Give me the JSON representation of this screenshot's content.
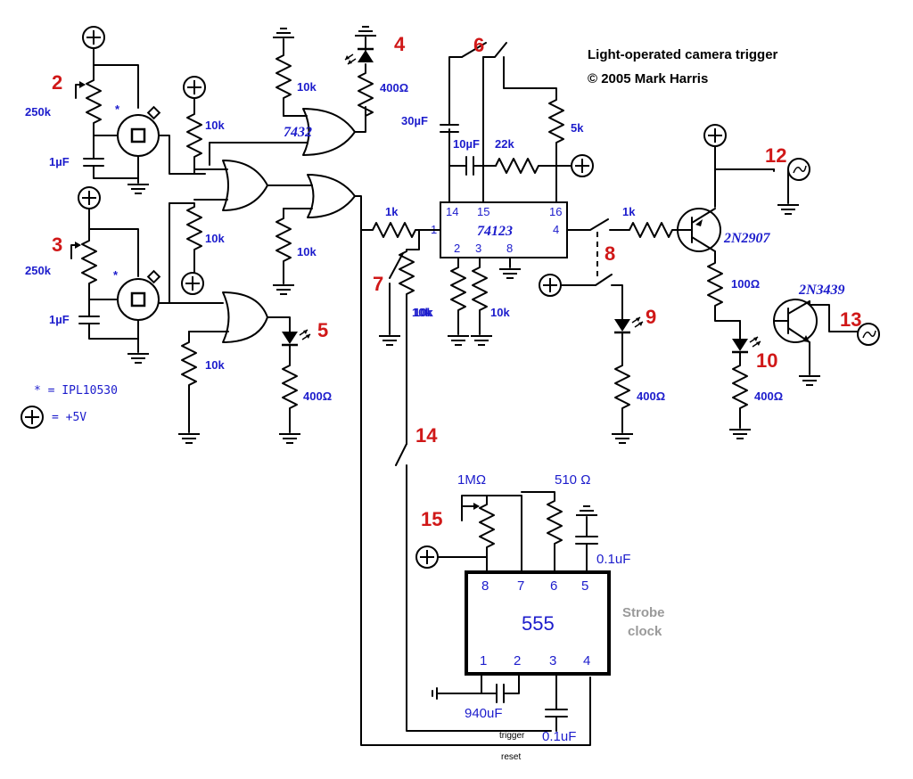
{
  "title": {
    "line1": "Light-operated camera trigger",
    "line2": "© 2005 Mark Harris"
  },
  "markers": [
    "2",
    "3",
    "4",
    "5",
    "6",
    "7",
    "8",
    "9",
    "10",
    "12",
    "13",
    "14",
    "15"
  ],
  "components": {
    "pot_2": "250k",
    "pot_3": "250k",
    "cap_1": "1µF",
    "cap_2": "1µF",
    "r_10k_a": "10k",
    "r_10k_b": "10k",
    "r_10k_c": "10k",
    "r_10k_d": "10k",
    "r_10k_e": "10k",
    "r_10k_f": "10k",
    "r_10k_g": "10k",
    "r_10k_h": "10k",
    "r_400_a": "400Ω",
    "r_400_b": "400Ω",
    "r_400_c": "400Ω",
    "r_400_d": "400Ω",
    "r_1k_a": "1k",
    "r_1k_b": "1k",
    "cap_30": "30µF",
    "cap_10": "10µF",
    "r_22k": "22k",
    "r_5k": "5k",
    "r_100": "100Ω",
    "pot_1m": "1MΩ",
    "r_510": "510 Ω",
    "cap_01_a": "0.1uF",
    "cap_01_b": "0.1uF",
    "cap_940": "940uF"
  },
  "ics": {
    "or_gate": "7432",
    "monostable": "74123",
    "timer": "555",
    "pnp": "2N2907",
    "npn": "2N3439"
  },
  "pins_74123": {
    "p14": "14",
    "p15": "15",
    "p16": "16",
    "p1": "1",
    "p2": "2",
    "p3": "3",
    "p8": "8",
    "p4": "4"
  },
  "pins_555": {
    "p8": "8",
    "p7": "7",
    "p6": "6",
    "p5": "5",
    "p1": "1",
    "p2": "2",
    "p3": "3",
    "p4": "4"
  },
  "legend": {
    "star": "* = IPL10530",
    "plus": "= +5V"
  },
  "misc": {
    "asterisk": "*",
    "strobe_1": "Strobe",
    "strobe_2": "clock",
    "trigger": "trigger",
    "reset": "reset"
  },
  "colors": {
    "marker": "#d01818",
    "label": "#1c1ccc",
    "wire": "#000000",
    "note": "#9a9a9a"
  }
}
